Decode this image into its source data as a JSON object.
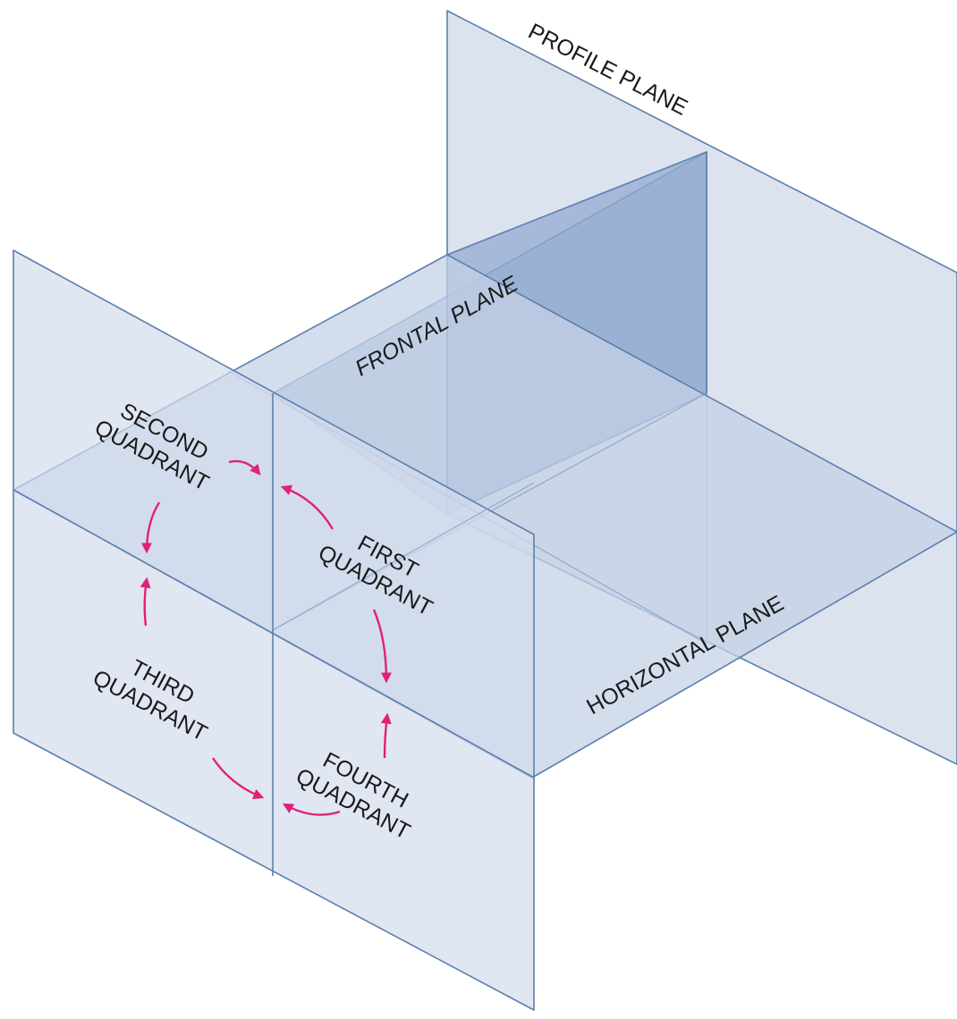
{
  "labels": {
    "profile_plane": "PROFILE PLANE",
    "frontal_plane": "FRONTAL PLANE",
    "horizontal_plane": "HORIZONTAL PLANE",
    "first_quadrant": [
      "FIRST",
      "QUADRANT"
    ],
    "second_quadrant": [
      "SECOND",
      "QUADRANT"
    ],
    "third_quadrant": [
      "THIRD",
      "QUADRANT"
    ],
    "fourth_quadrant": [
      "FOURTH",
      "QUADRANT"
    ]
  },
  "colors": {
    "plane_fill": "#c9d5e8",
    "plane_edge": "#5b7fae",
    "frontal_fill": "#a9bcda",
    "arrow": "#e0217a"
  }
}
